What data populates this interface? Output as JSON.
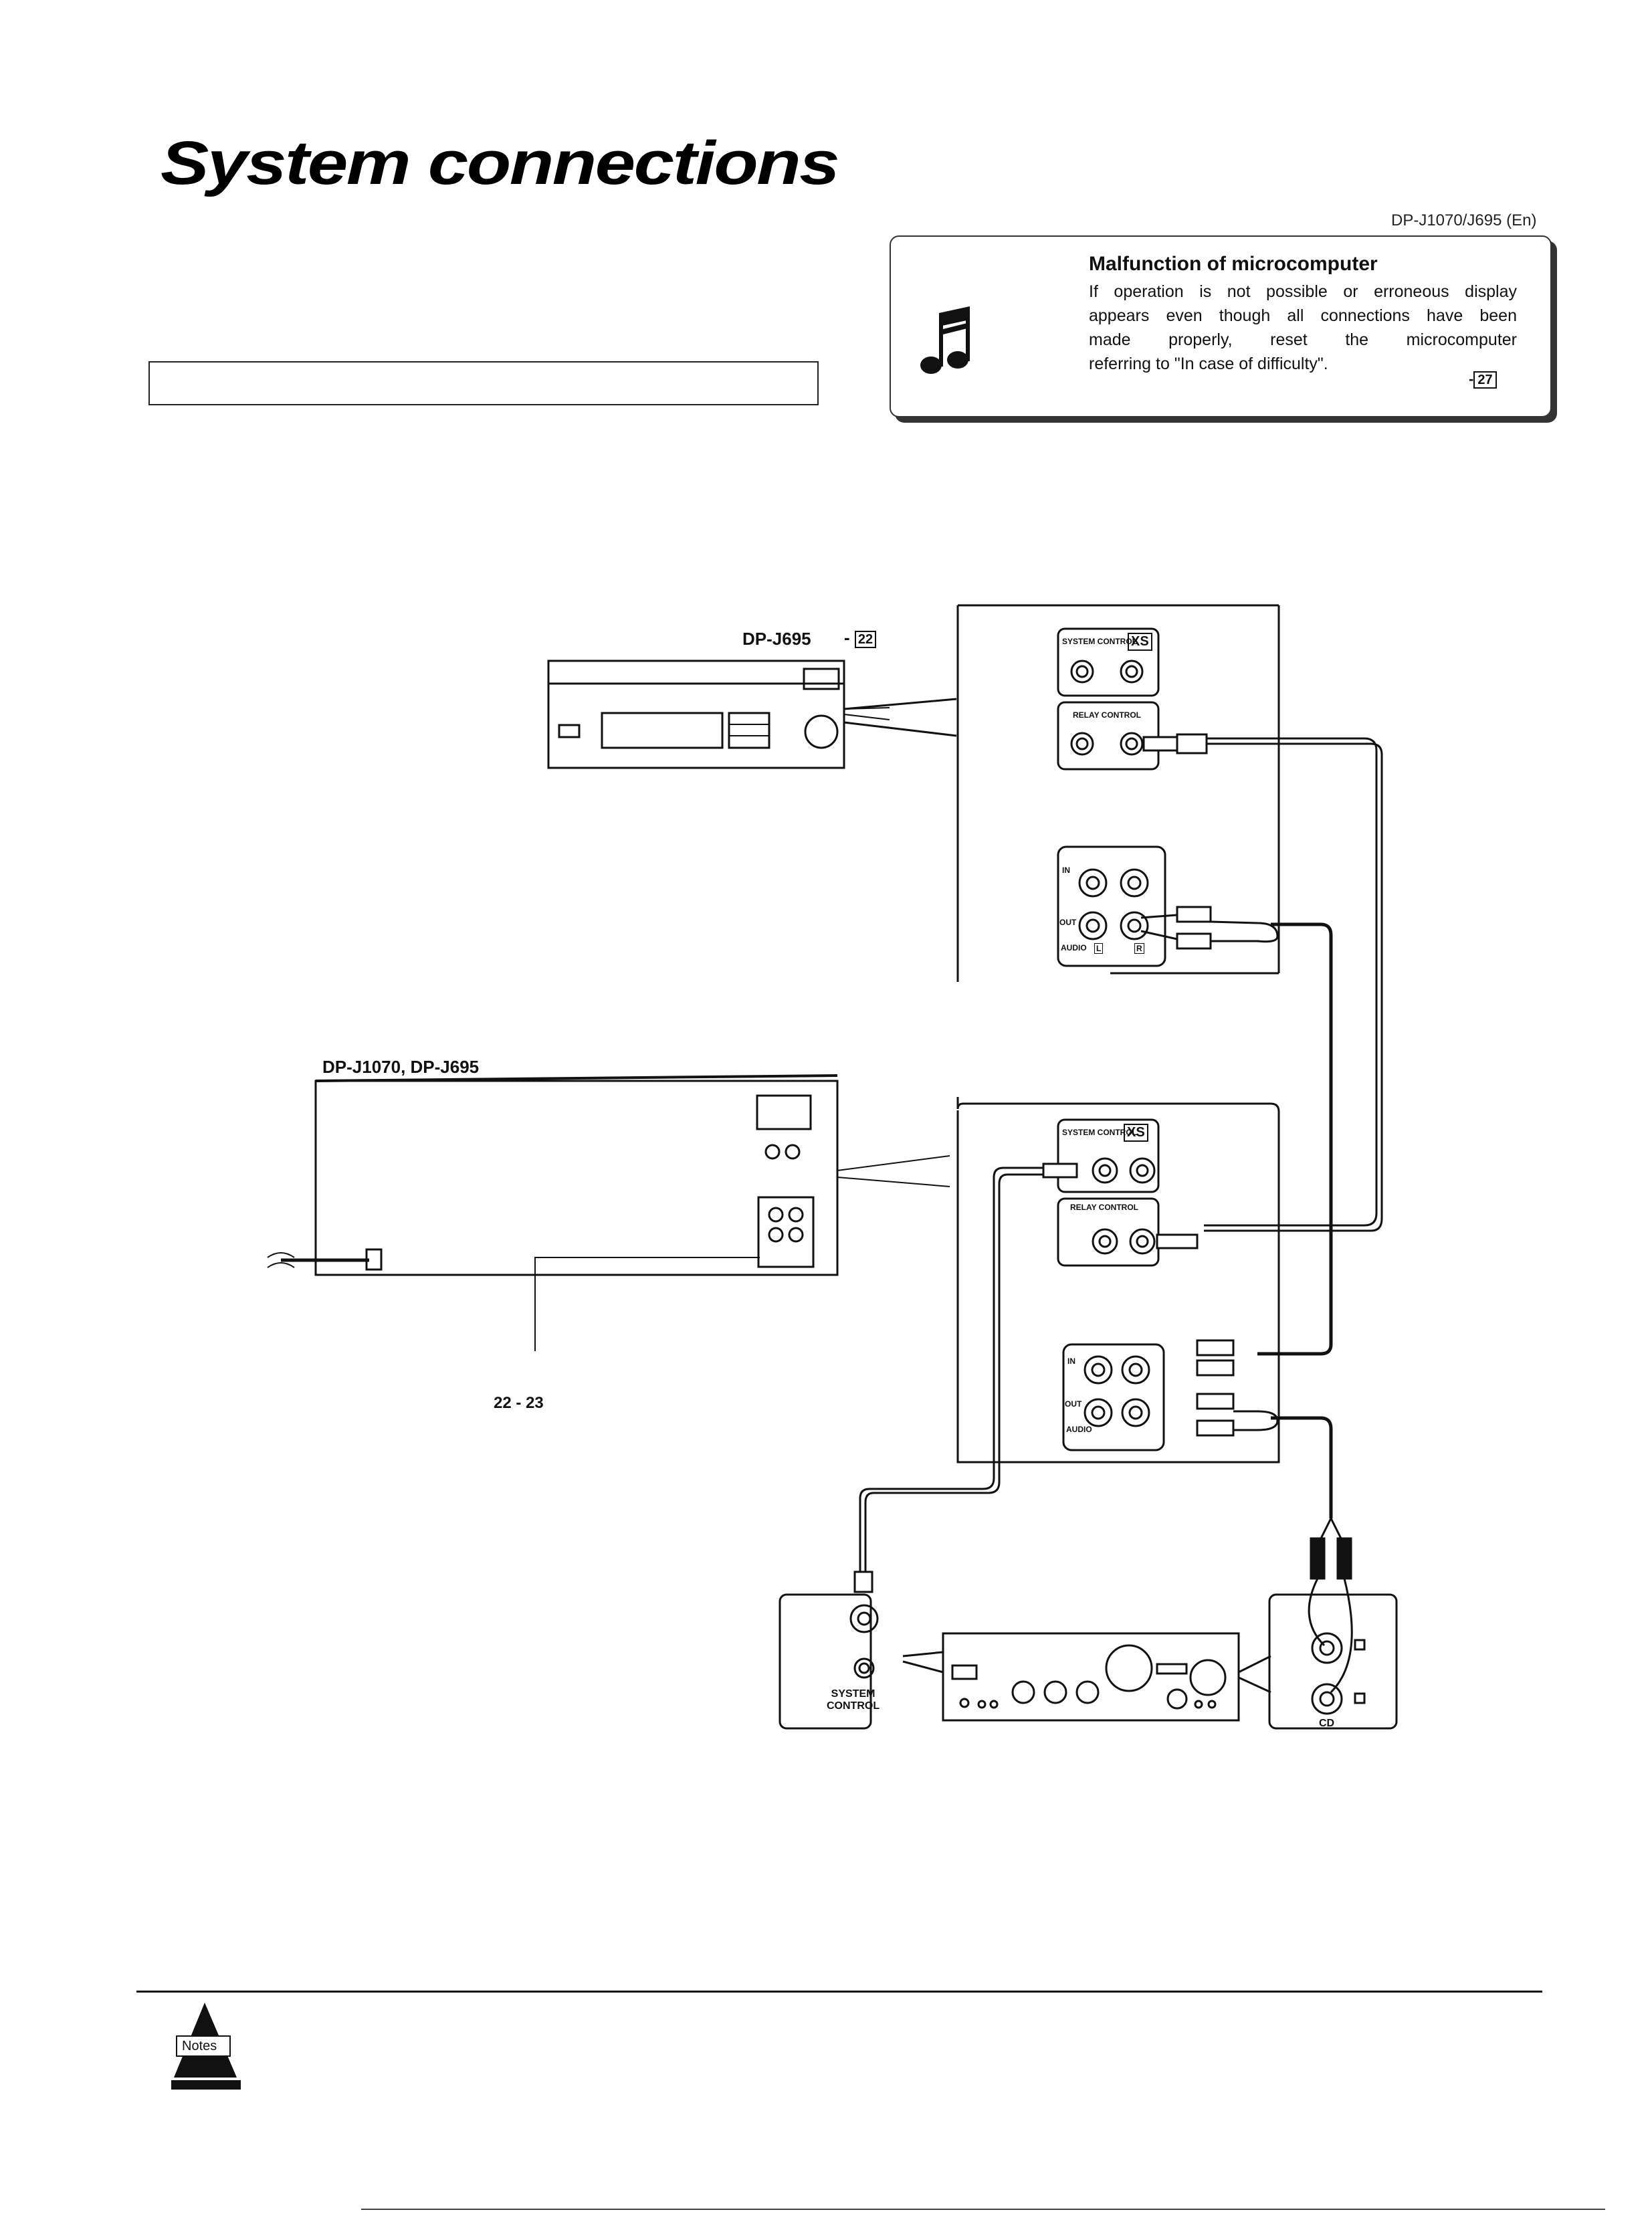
{
  "page": {
    "title": "System connections",
    "model_code": "DP-J1070/J695 (En)"
  },
  "tip_box": {
    "icon": "music-note-icon",
    "title": "Malfunction of microcomputer",
    "lines": [
      "If operation is not possible or erroneous display",
      "appears even though all connections have been",
      "made  properly,  reset  the  microcomputer",
      "referring to \"In case of difficulty\"."
    ],
    "page_ref": "27"
  },
  "diagram": {
    "upper_unit_label": "DP-J695",
    "upper_unit_page_ref": "22",
    "lower_unit_label": "DP-J1070, DP-J695",
    "lower_unit_page_refs": "22 - 23",
    "jack_labels": {
      "system_control": "SYSTEM CONTROL",
      "relay_control": "RELAY CONTROL",
      "in": "IN",
      "out": "OUT",
      "audio": "AUDIO",
      "left": "L",
      "right": "R",
      "cd": "CD",
      "xs": "XS"
    },
    "amp_system_control_label": "SYSTEM\nCONTROL",
    "cd_label": "CD"
  },
  "notes": {
    "icon_label": "Notes"
  },
  "colors": {
    "ink": "#111111",
    "paper": "#ffffff"
  }
}
